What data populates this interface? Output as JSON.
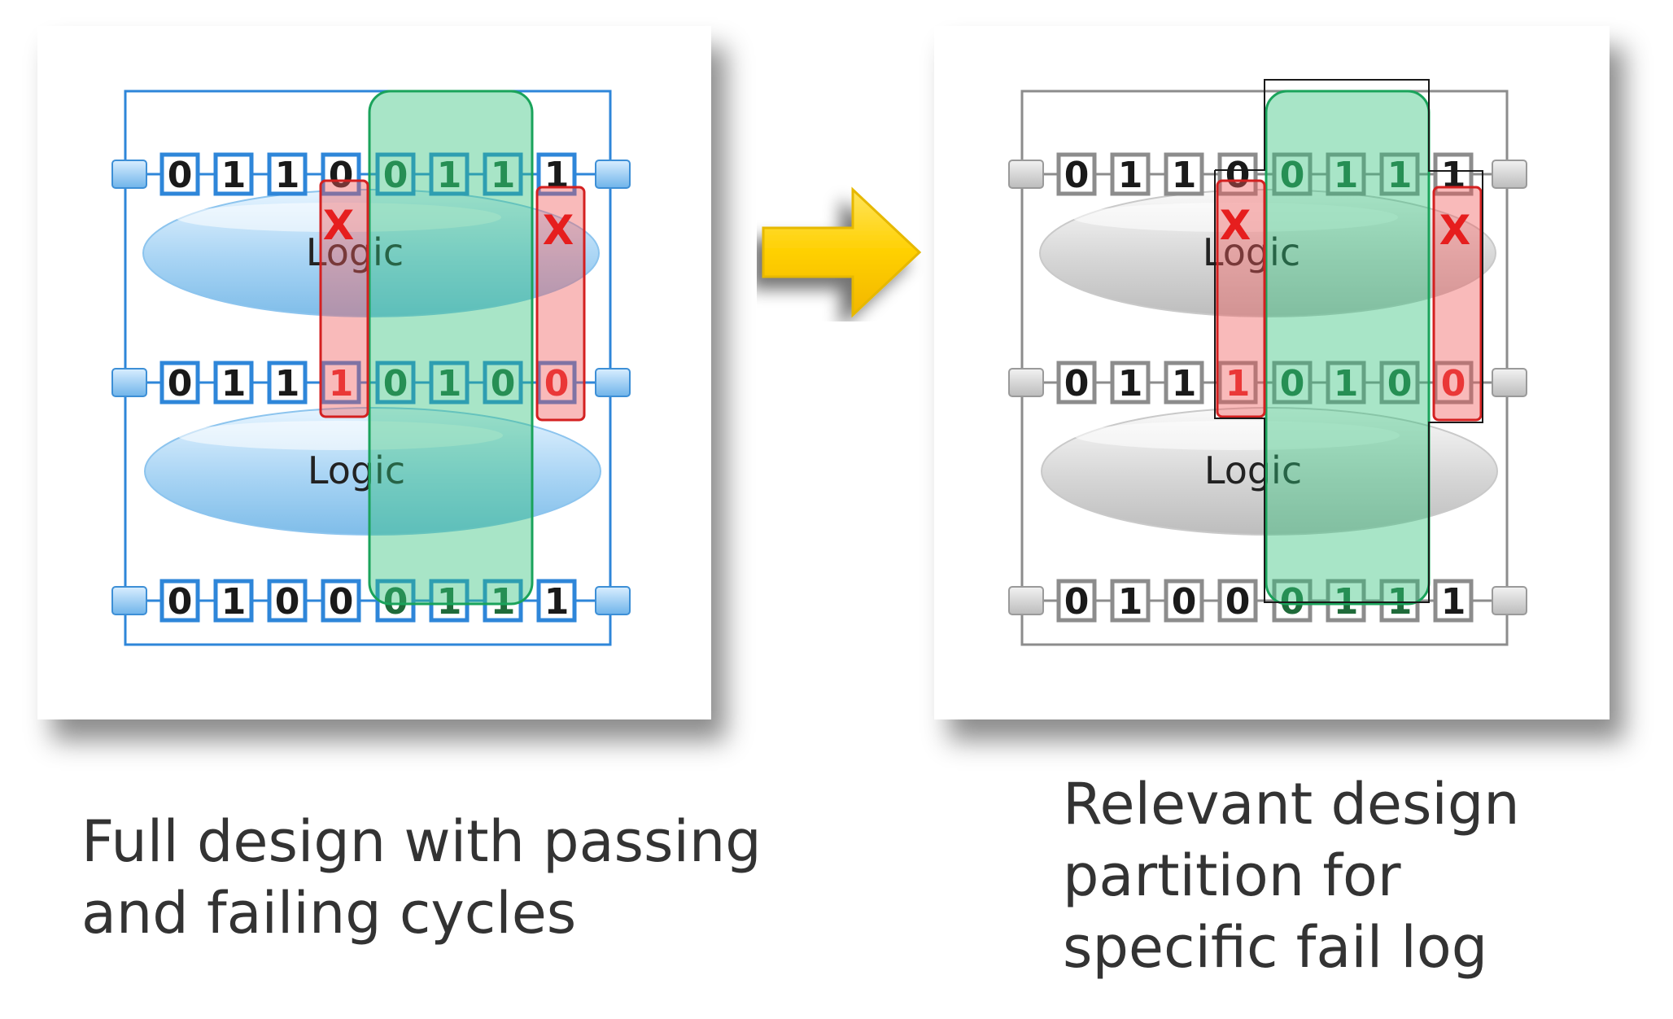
{
  "panels": [
    {
      "theme": "blue",
      "rows": [
        {
          "bits": [
            "0",
            "1",
            "1",
            "0",
            "0",
            "1",
            "1",
            "1"
          ],
          "fail": []
        },
        {
          "bits": [
            "0",
            "1",
            "1",
            "1",
            "0",
            "1",
            "0",
            "0"
          ],
          "fail": [
            3,
            7
          ]
        },
        {
          "bits": [
            "0",
            "1",
            "0",
            "0",
            "0",
            "1",
            "1",
            "1"
          ],
          "fail": []
        }
      ],
      "logic_labels": [
        "Logic",
        "Logic"
      ],
      "x_marks": [
        "X",
        "X"
      ],
      "caption_lines": [
        "Full design with passing",
        "and failing cycles"
      ]
    },
    {
      "theme": "gray",
      "rows": [
        {
          "bits": [
            "0",
            "1",
            "1",
            "0",
            "0",
            "1",
            "1",
            "1"
          ],
          "fail": []
        },
        {
          "bits": [
            "0",
            "1",
            "1",
            "1",
            "0",
            "1",
            "0",
            "0"
          ],
          "fail": [
            3,
            7
          ]
        },
        {
          "bits": [
            "0",
            "1",
            "0",
            "0",
            "0",
            "1",
            "1",
            "1"
          ],
          "fail": []
        }
      ],
      "logic_labels": [
        "Logic",
        "Logic"
      ],
      "x_marks": [
        "X",
        "X"
      ],
      "caption_lines": [
        "Relevant design",
        "partition for",
        "specific fail log"
      ]
    }
  ],
  "colors": {
    "blue_stroke": "#2e86d9",
    "gray_stroke": "#8c8c8c",
    "fail_red": "#e61e1e",
    "pass_green": "#1f6b3a",
    "arrow_yellow": "#ffd000"
  },
  "icons": [
    "right-arrow-icon"
  ]
}
